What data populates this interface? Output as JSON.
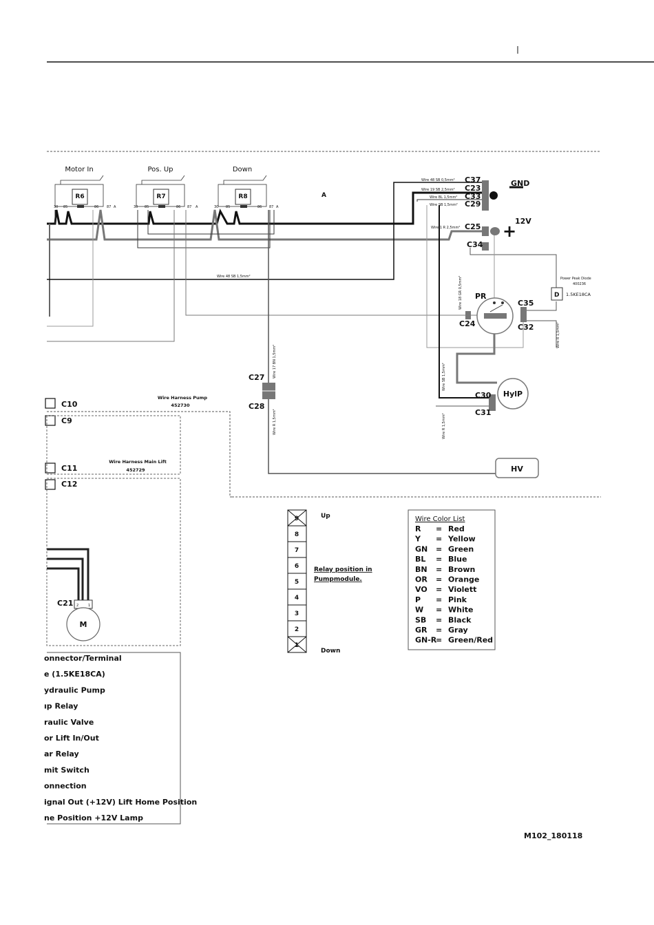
{
  "header": {
    "rule_color": "#111111"
  },
  "relays": [
    {
      "id": "R6",
      "title": "Motor In",
      "pins": [
        "30",
        "85",
        "86",
        "87",
        "A"
      ]
    },
    {
      "id": "R7",
      "title": "Pos. Up",
      "pins": [
        "30",
        "85",
        "86",
        "87",
        "A"
      ]
    },
    {
      "id": "R8",
      "title": "Down",
      "pins": [
        "30",
        "85",
        "86",
        "87",
        "A"
      ]
    }
  ],
  "marker_a": "A",
  "wires": {
    "w48_top": "Wire 48 SB 0,5mm²",
    "w19": "Wire 19 SB 2,5mm²",
    "wbl": "Wire BL 1,5mm²",
    "wsb": "Wire SB 1,5mm²",
    "w1r": "Wire 1 R 2,5mm²",
    "w48_mid": "Wire 48 SB 1,5mm²",
    "w18": "Wire 18 GR 0,5mm²",
    "w17": "Wire 17 BN 1,5mm²",
    "wr_c28": "Wire R 1,5mm²",
    "wsb_c30": "Wire SB 1,5mm²",
    "wr_c31": "Wire R 1,5mm²",
    "wr_c32": "Wire R 1,5mm²"
  },
  "connectors": {
    "c37": "C37",
    "c23": "C23",
    "c33": "C33",
    "c29": "C29",
    "c25": "C25",
    "c34": "C34",
    "c24": "C24",
    "c35": "C35",
    "c32": "C32",
    "c27": "C27",
    "c28": "C28",
    "c30": "C30",
    "c31": "C31",
    "c10": "C10",
    "c9": "C9",
    "c11": "C11",
    "c12": "C12",
    "c21": "C21"
  },
  "power": {
    "gnd": "GND",
    "v12": "12V",
    "plus": "+",
    "minus": "−"
  },
  "components": {
    "pr": "PR",
    "hylp": "HylP",
    "hv": "HV",
    "motor": "M",
    "d": "D",
    "diode_title": "Power Peak Diode",
    "diode_num": "400236",
    "diode_part": "1.5KE18CA",
    "motor_pins": [
      "2",
      "1"
    ]
  },
  "harness": {
    "pump_title": "Wire Harness Pump",
    "pump_num": "452730",
    "main_title": "Wire Harness Main Lift",
    "main_num": "452729"
  },
  "relay_position": {
    "up": "Up",
    "down": "Down",
    "caption_1": "Relay position in",
    "caption_2": "Pumpmodule.",
    "slots": [
      "9",
      "8",
      "7",
      "6",
      "5",
      "4",
      "3",
      "2",
      "1"
    ]
  },
  "color_list": {
    "title": "Wire Color List",
    "items": [
      {
        "code": "R",
        "name": "Red"
      },
      {
        "code": "Y",
        "name": "Yellow"
      },
      {
        "code": "GN",
        "name": "Green"
      },
      {
        "code": "BL",
        "name": "Blue"
      },
      {
        "code": "BN",
        "name": "Brown"
      },
      {
        "code": "OR",
        "name": "Orange"
      },
      {
        "code": "VO",
        "name": "Violett"
      },
      {
        "code": "P",
        "name": "Pink"
      },
      {
        "code": "W",
        "name": "White"
      },
      {
        "code": "SB",
        "name": "Black"
      },
      {
        "code": "GR",
        "name": "Gray"
      },
      {
        "code": "GN-R",
        "name": "Green/Red"
      }
    ]
  },
  "legend": [
    "onnector/Terminal",
    "e (1.5KE18CA)",
    "ydraulic Pump",
    "ıp Relay",
    "raulic Valve",
    "or Lift In/Out",
    "ar Relay",
    "mit Switch",
    "onnection",
    "ignal Out (+12V) Lift Home Position",
    "ne Position +12V Lamp"
  ],
  "footer": {
    "code": "M102_180118"
  }
}
